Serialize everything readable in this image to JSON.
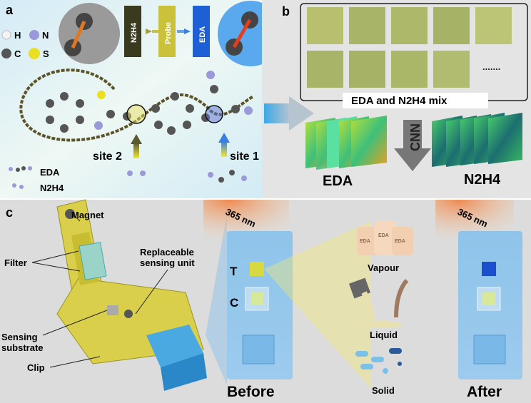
{
  "panel_a": {
    "label": "a",
    "legend": {
      "h": "H",
      "n": "N",
      "c": "C",
      "s": "S"
    },
    "cuvettes": {
      "left": "N2H4",
      "middle": "Probe",
      "right": "EDA"
    },
    "site2": "site 2",
    "site1": "site 1",
    "species": {
      "eda": "EDA",
      "n2h4": "N2H4"
    }
  },
  "panel_b": {
    "label": "b",
    "ellipsis": ".......",
    "mix_label": "EDA and N2H4 mix",
    "cnn_label": "CNN",
    "output_eda": "EDA",
    "output_n2h4": "N2H4"
  },
  "panel_c": {
    "label": "c",
    "magnet": "Magnet",
    "filter": "Filter",
    "replaceable_1": "Replaceable",
    "replaceable_2": "sensing unit",
    "sensing_1": "Sensing",
    "sensing_2": "substrate",
    "clip": "Clip",
    "wavelength": "365 nm",
    "t_label": "T",
    "c_label": "C",
    "before": "Before",
    "after": "After",
    "bottle_label": "EDA",
    "vapour": "Vapour",
    "liquid": "Liquid",
    "solid": "Solid"
  },
  "colors": {
    "probe": "#c9c23a",
    "eda": "#1f5fd6",
    "n2h4": "#3a3a1e",
    "device": "#d9cf4a",
    "unit": "#49a9e0"
  }
}
